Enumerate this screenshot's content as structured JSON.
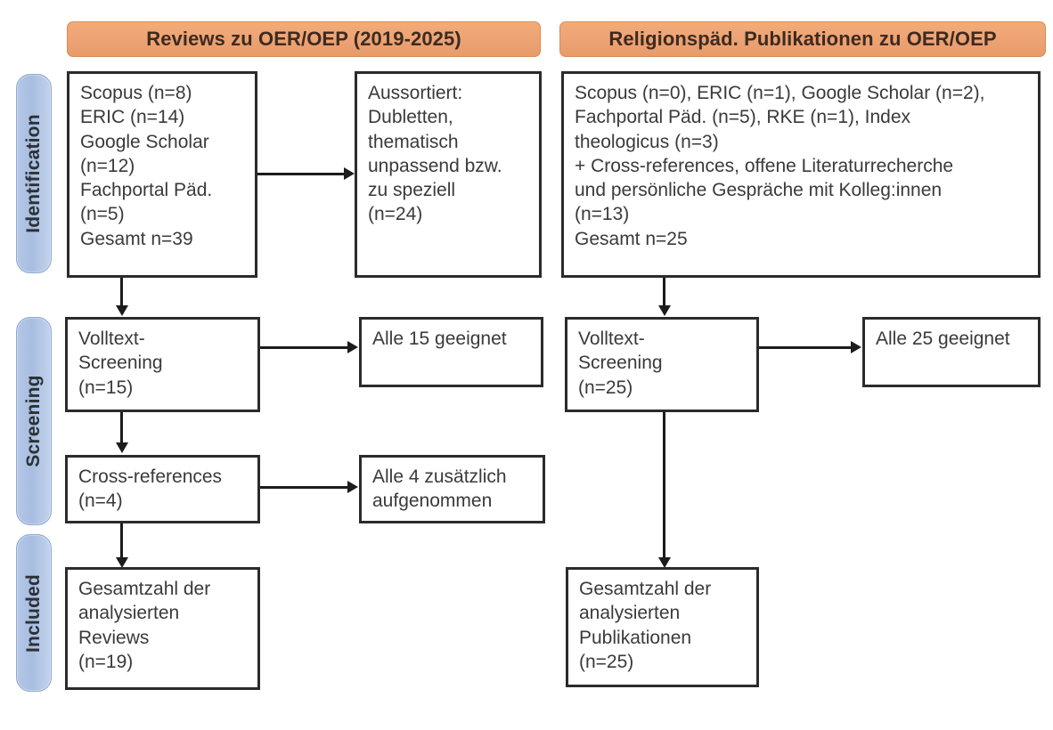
{
  "figure": {
    "type": "prisma-flow-diagram",
    "language": "de",
    "columns": [
      {
        "id": "left",
        "header": "Reviews zu OER/OEP (2019-2025)"
      },
      {
        "id": "right",
        "header": "Religionspäd. Publikationen zu OER/OEP"
      }
    ]
  },
  "stages": [
    {
      "id": "identification",
      "label": "Identification"
    },
    {
      "id": "screening",
      "label": "Screening"
    },
    {
      "id": "included",
      "label": "Included"
    }
  ],
  "colors": {
    "header_bar": "#eda273",
    "header_bar_border": "#d98c55",
    "stage_pill": "#b4c7e7",
    "stage_pill_border": "#8ca8d4",
    "box_border": "#2b2b2b",
    "box_fill": "#ffffff",
    "text": "#3a3a3a",
    "connector": "#1c1c1c"
  },
  "boxes": {
    "left_identification_sources": "Scopus (n=8)\nERIC (n=14)\nGoogle Scholar\n(n=12)\nFachportal Päd.\n(n=5)\nGesamt n=39",
    "left_identification_excluded": "Aussortiert:\nDubletten,\nthematisch\nunpassend bzw.\nzu speziell\n(n=24)",
    "left_screening_fulltext": "Volltext-\nScreening\n(n=15)",
    "left_screening_fulltext_result": "Alle 15 geeignet",
    "left_screening_crossrefs": "Cross-references\n(n=4)",
    "left_screening_crossrefs_result": "Alle 4 zusätzlich\naufgenommen",
    "left_included_total": "Gesamtzahl der\nanalysierten\nReviews\n(n=19)",
    "right_identification_sources": "Scopus (n=0), ERIC (n=1), Google Scholar (n=2),\nFachportal Päd. (n=5), RKE (n=1), Index\ntheologicus (n=3)\n+ Cross-references, offene Literaturrecherche\nund persönliche Gespräche mit Kolleg:innen\n(n=13)\nGesamt n=25",
    "right_screening_fulltext": "Volltext-\nScreening\n(n=25)",
    "right_screening_fulltext_result": "Alle 25 geeignet",
    "right_included_total": "Gesamtzahl der\nanalysierten\nPublikationen\n(n=25)"
  },
  "counts": {
    "left_scopus": 8,
    "left_eric": 14,
    "left_google_scholar": 12,
    "left_fachportal_paed": 5,
    "left_gesamt": 39,
    "left_excluded": 24,
    "left_fulltext_screening": 15,
    "left_fulltext_suitable": 15,
    "left_crossrefs": 4,
    "left_crossrefs_added": 4,
    "left_included": 19,
    "right_scopus": 0,
    "right_eric": 1,
    "right_google_scholar": 2,
    "right_fachportal_paed": 5,
    "right_rke": 1,
    "right_index_theologicus": 3,
    "right_additional": 13,
    "right_gesamt": 25,
    "right_fulltext_screening": 25,
    "right_fulltext_suitable": 25,
    "right_included": 25
  }
}
